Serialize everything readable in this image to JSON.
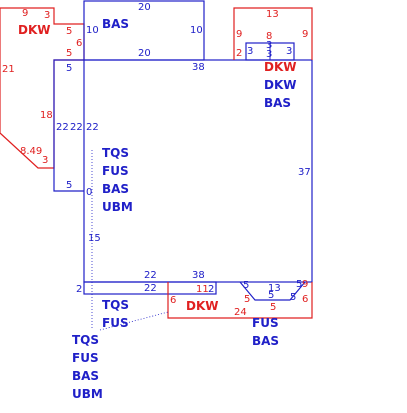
{
  "colors": {
    "red": "#e02020",
    "blue": "#2020c8"
  },
  "labels": {
    "dkw": "DKW",
    "bas": "BAS",
    "main_stack": [
      "TQS",
      "FUS",
      "BAS",
      "UBM"
    ],
    "bottom_mid_stack": [
      "TQS",
      "FUS"
    ],
    "bottom_left_stack": [
      "TQS",
      "FUS",
      "BAS",
      "UBM"
    ],
    "right_stack": [
      "DKW",
      "BAS"
    ],
    "bottom_right_stack": [
      "FUS",
      "BAS"
    ]
  },
  "dimensions": {
    "tl_9": "9",
    "tl_3": "3",
    "tl_5a": "5",
    "tl_6": "6",
    "tl_5b": "5",
    "tl_21": "21",
    "tl_18": "18",
    "tl_22a": "22",
    "tl_22b": "22",
    "tl_22c": "22",
    "tl_849": "8.49",
    "tl_3b": "3",
    "top_20a": "20",
    "top_10a": "10",
    "top_10b": "10",
    "top_20b": "20",
    "main_5a": "5",
    "main_38": "38",
    "tr_13": "13",
    "tr_9a": "9",
    "tr_8": "8",
    "tr_9b": "9",
    "tr_2": "2",
    "tr_3a": "3",
    "tr_3b": "3",
    "tr_3c": "3",
    "tr_3d": "3",
    "right_37": "37",
    "main_5b": "5",
    "main_0": "0",
    "main_15": "15",
    "bot_2": "2",
    "bot_22a": "22",
    "bot_22b": "22",
    "bot_38": "38",
    "bot_6": "6",
    "bot_11": "11",
    "bot_2b": "2",
    "br_5a": "5",
    "br_5b": "5",
    "br_13": "13",
    "br_5c": "5",
    "br_5d": "5",
    "br_9": "9",
    "br_5e": "5",
    "br_6": "6",
    "br_24": "24",
    "br_5f": "5"
  }
}
